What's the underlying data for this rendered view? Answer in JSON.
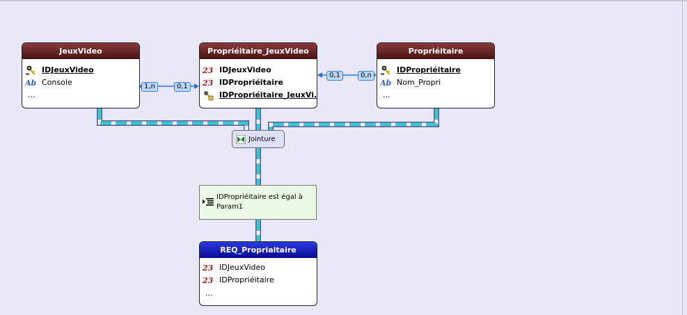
{
  "tables": {
    "jeux": {
      "title": "JeuxVideo",
      "fields": [
        {
          "name": "IDJeuxVideo",
          "icon": "key-icon"
        },
        {
          "name": "Console",
          "icon": "text-field-icon"
        }
      ],
      "more": "..."
    },
    "link": {
      "title": "Propriéitaire_JeuxVideo",
      "fields": [
        {
          "name": "IDJeuxVideo",
          "icon": "numeric-field-icon"
        },
        {
          "name": "IDPropriéitaire",
          "icon": "numeric-field-icon"
        },
        {
          "name": "IDPropriéitaire_JeuxVi...",
          "icon": "composite-key-icon"
        }
      ]
    },
    "prop": {
      "title": "Propriéitaire",
      "fields": [
        {
          "name": "IDPropriéitaire",
          "icon": "key-icon"
        },
        {
          "name": "Nom_Propri",
          "icon": "text-field-icon"
        }
      ],
      "more": "..."
    },
    "req": {
      "title": "REQ_Propriaitaire",
      "fields": [
        {
          "name": "IDJeuxVideo",
          "icon": "numeric-field-icon"
        },
        {
          "name": "IDPropriéitaire",
          "icon": "numeric-field-icon"
        }
      ],
      "more": "..."
    }
  },
  "cardinalities": {
    "left_from": "1,n",
    "left_to": "0,1",
    "right_from": "0,n",
    "right_to": "0,1"
  },
  "join": {
    "label": "Jointure"
  },
  "condition": {
    "text": "IDPropriéitaire  est égal à Param1"
  },
  "colors": {
    "header_brown": "#6b2222",
    "header_blue": "#0a0ab0",
    "link_cyan": "#3cc8d0",
    "relation_blue": "#2f6fd8",
    "condition_bg": "#ebf8e4"
  }
}
